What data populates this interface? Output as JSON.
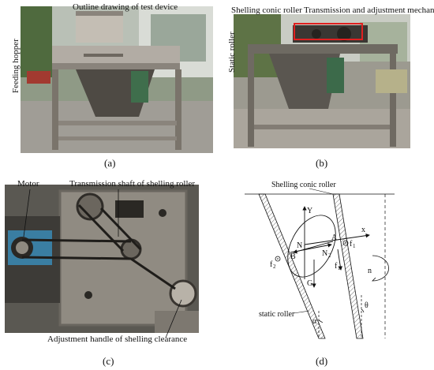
{
  "panels": {
    "a": {
      "tag": "(a)",
      "callouts": {
        "title": "Outline drawing of test device",
        "hopper": "Feeding hopper"
      }
    },
    "b": {
      "tag": "(b)",
      "callouts": {
        "conic": "Shelling conic roller",
        "mechanism": "Transmission and adjustment mechanism",
        "static": "Static roller"
      },
      "highlight_color": "#e02020"
    },
    "c": {
      "tag": "(c)",
      "callouts": {
        "motor": "Motor",
        "shaft": "Transmission shaft of shelling roller",
        "handle": "Adjustment handle of shelling clearance"
      }
    },
    "d": {
      "tag": "(d)",
      "labels": {
        "conic_roller": "Shelling conic roller",
        "static_roller": "static roller",
        "Y": "Y",
        "x": "x",
        "N1": "N",
        "N1_sub": "1",
        "N2": "N",
        "N2_sub": "2",
        "f1": "f",
        "f1_sub": "1",
        "f1p": "f",
        "f1p_sub": "1",
        "f2": "f",
        "f2_sub": "2",
        "A": "A",
        "B": "B",
        "G": "G",
        "n": "n",
        "alpha": "α",
        "theta": "θ"
      }
    }
  }
}
